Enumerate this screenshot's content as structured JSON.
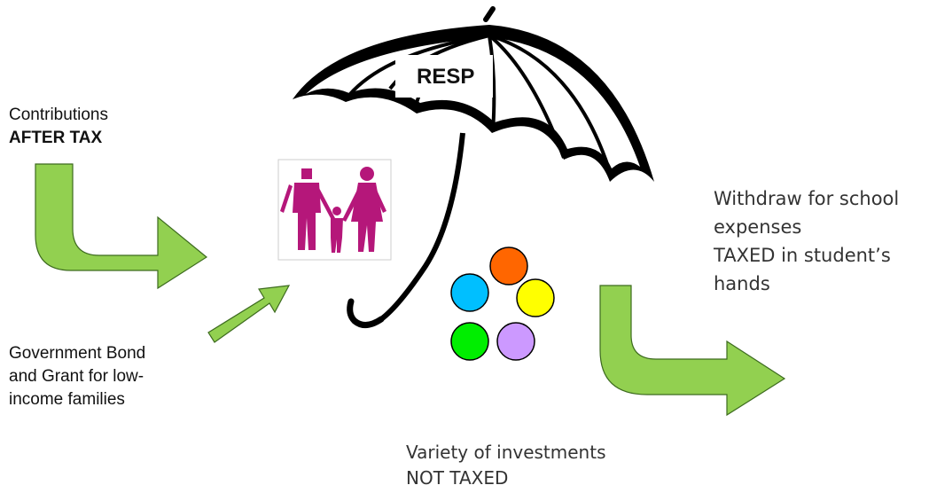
{
  "umbrella": {
    "label": "RESP"
  },
  "contributions": {
    "line1": "Contributions",
    "line2": "AFTER TAX"
  },
  "government": {
    "line1": "Government Bond",
    "line2": "and Grant for low-",
    "line3": "income families"
  },
  "withdraw": {
    "line1": "Withdraw for school",
    "line2": "expenses",
    "line3": "TAXED in student’s",
    "line4": "hands"
  },
  "investments": {
    "line1": "Variety of investments",
    "line2": "NOT TAXED"
  },
  "colors": {
    "arrow_fill": "#92d050",
    "arrow_stroke": "#3d6b1f",
    "family": "#b5177a",
    "circles": [
      "#ff6600",
      "#00bfff",
      "#ffff00",
      "#00ee00",
      "#cc99ff"
    ]
  },
  "icons": {
    "family": "family-icon",
    "umbrella": "umbrella-icon",
    "arrows": "arrow-icon",
    "investments": "coin-icon"
  }
}
